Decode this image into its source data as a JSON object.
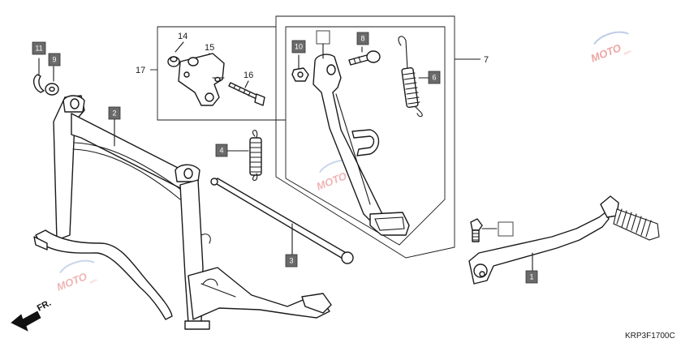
{
  "diagram": {
    "code": "KRP3F1700C",
    "direction_label": "FR.",
    "colors": {
      "badge_fill": "#6a6a6a",
      "line": "#1a1a1a",
      "watermark_red": "#e05a5a",
      "watermark_blue": "#8aa6d6"
    },
    "watermark": {
      "brand": "MOTO",
      "sub": "parts"
    },
    "callouts": {
      "c7": "7",
      "c14": "14",
      "c15": "15",
      "c16": "16",
      "c17": "17"
    },
    "badges": {
      "b1": "1",
      "b2": "2",
      "b3": "3",
      "b4": "4",
      "b6": "6",
      "b8": "8",
      "b9": "9",
      "b10": "10",
      "b11": "11",
      "blank_a": "",
      "blank_b": ""
    }
  }
}
